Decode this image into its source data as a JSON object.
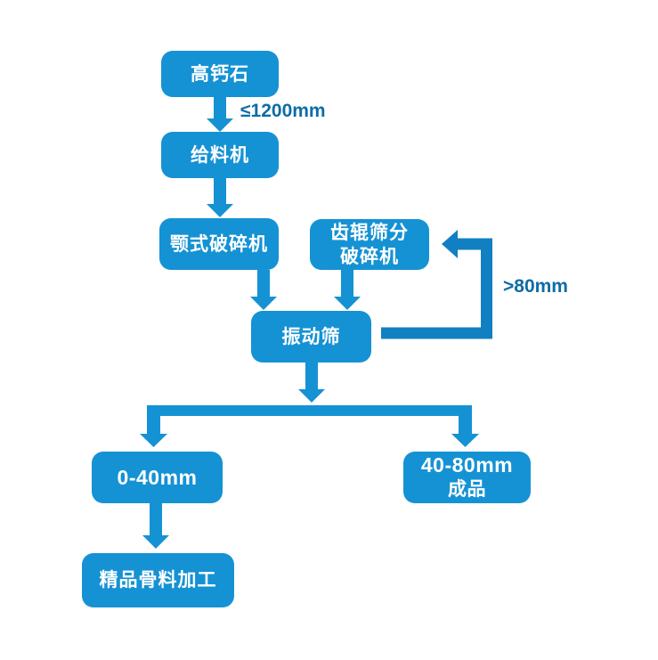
{
  "diagram": {
    "type": "flowchart",
    "colors": {
      "background": "#ffffff",
      "node_fill": "#1592d4",
      "node_text": "#ffffff",
      "loop_color": "#1180c2",
      "edge_label_text": "#0d6ca8"
    },
    "nodes": {
      "high_calcium_stone": {
        "label": "高钙石"
      },
      "feeder": {
        "label": "给料机"
      },
      "jaw_crusher": {
        "label": "颚式破碎机"
      },
      "toothed_roller_crusher": {
        "line1": "齿辊筛分",
        "line2": "破碎机"
      },
      "vibrating_screen": {
        "label": "振动筛"
      },
      "size_0_40": {
        "label": "0-40mm"
      },
      "size_40_80_product": {
        "line1": "40-80mm",
        "line2": "成品"
      },
      "premium_aggregate_processing": {
        "label": "精品骨料加工"
      }
    },
    "edge_labels": {
      "max_feed_size": "≤1200mm",
      "oversize_return": ">80mm"
    }
  }
}
